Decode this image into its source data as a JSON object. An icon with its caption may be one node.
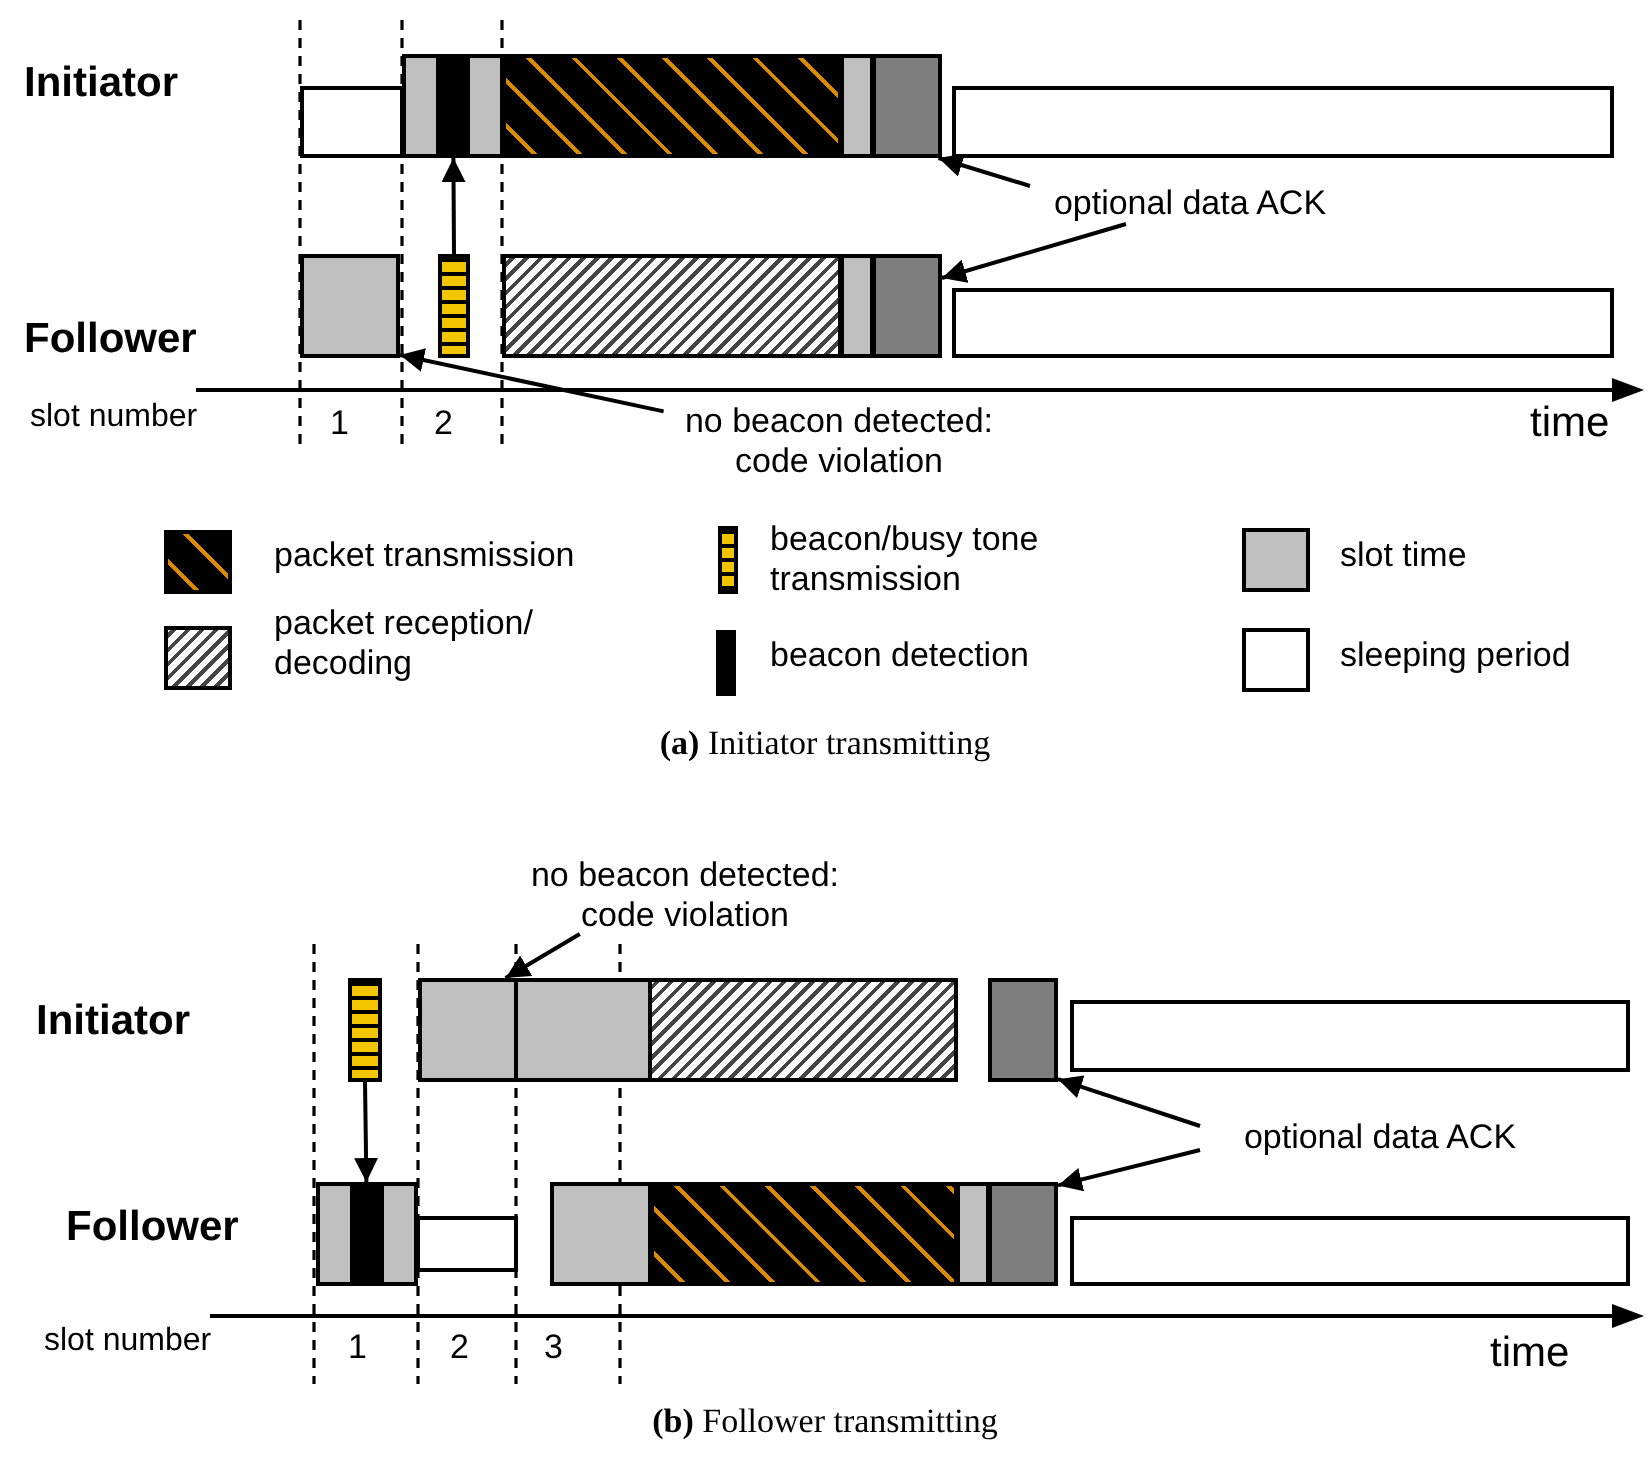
{
  "diagram": {
    "nodes": [
      {
        "text": [],
        "shape": "box"
      },
      {
        "text": [],
        "shape": "box"
      },
      {
        "text": [],
        "shape": "bar"
      },
      {
        "text": [],
        "shape": "box"
      },
      {
        "text": [],
        "shape": "box"
      },
      {
        "text": [],
        "shape": "box"
      },
      {
        "text": [],
        "shape": "box"
      },
      {
        "text": [],
        "shape": "box"
      },
      {
        "text": [
          "optional data ACK"
        ]
      },
      {
        "text": [],
        "shape": "box"
      },
      {
        "text": [],
        "shape": "box"
      },
      {
        "text": [],
        "shape": "box"
      },
      {
        "text": [],
        "shape": "box"
      },
      {
        "text": [],
        "shape": "box"
      },
      {
        "text": [],
        "shape": "box"
      },
      {
        "text": [
          "no beacon detected: code violation"
        ]
      },
      {
        "text": [
          "no beacon detected: code violation"
        ]
      },
      {
        "text": [],
        "shape": "box"
      },
      {
        "text": [],
        "shape": "box"
      },
      {
        "text": [],
        "shape": "box"
      },
      {
        "text": [],
        "shape": "box"
      },
      {
        "text": [],
        "shape": "box"
      },
      {
        "text": [],
        "shape": "box"
      },
      {
        "text": [
          "optional data ACK"
        ]
      },
      {
        "text": [],
        "shape": "box"
      },
      {
        "text": [],
        "shape": "bar"
      },
      {
        "text": [],
        "shape": "box"
      },
      {
        "text": [],
        "shape": "box"
      },
      {
        "text": [],
        "shape": "box"
      },
      {
        "text": [],
        "shape": "box"
      },
      {
        "text": [],
        "shape": "box"
      },
      {
        "text": [],
        "shape": "box"
      },
      {
        "text": [],
        "shape": "box"
      }
    ],
    "edges": [
      {
        "from": 8,
        "to": 6,
        "arrow": "to"
      },
      {
        "from": 8,
        "to": 13,
        "arrow": "to"
      },
      {
        "from": 15,
        "to": 9,
        "arrow": "to"
      },
      {
        "from": 10,
        "to": 2,
        "arrow": "to"
      },
      {
        "from": 16,
        "to": 18,
        "arrow": "to"
      },
      {
        "from": 17,
        "to": 25,
        "arrow": "to"
      },
      {
        "from": 23,
        "to": 21,
        "arrow": "to"
      },
      {
        "from": 23,
        "to": 31,
        "arrow": "to"
      }
    ],
    "labels": [
      "Initiator",
      "Follower",
      "slot number",
      "1",
      "2",
      "time",
      "**(a)** Initiator transmitting",
      "Initiator",
      "Follower",
      "slot number",
      "1",
      "2",
      "3",
      "time",
      "**(b)** Follower transmitting"
    ],
    "legend": [
      {
        "text": "packet transmission"
      },
      {
        "text": "beacon/busy tone transmission"
      },
      {
        "text": "slot time",
        "color": "#c0c0c0"
      },
      {
        "text": "packet reception/ decoding"
      },
      {
        "text": "beacon detection",
        "color": "#000000"
      },
      {
        "text": "sleeping period",
        "color": "#ffffff"
      }
    ]
  }
}
